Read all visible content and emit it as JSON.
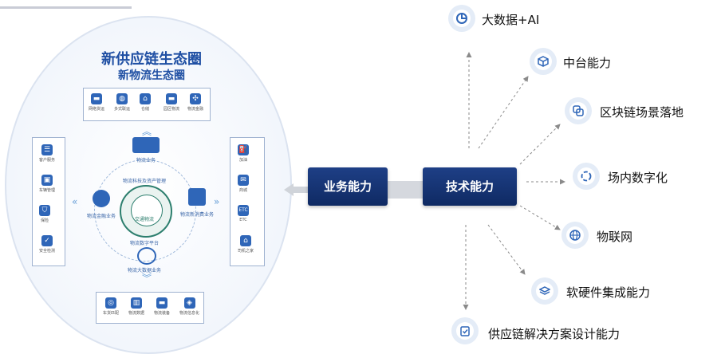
{
  "ecosystem": {
    "title": "新供应链生态圈",
    "subtitle": "新物流生态圈",
    "core_label": "交通物流",
    "ring_text_top": "物流科技及资产管理",
    "ring_text_bottom": "物流数字平台",
    "top_items": [
      "网络货运",
      "多式联运",
      "仓储",
      "园区物流",
      "物流金融"
    ],
    "left_items": [
      "客户服务",
      "车辆管理",
      "保险",
      "安全检测"
    ],
    "right_items": [
      "加油",
      "商城",
      "ETC",
      "司机之家"
    ],
    "bottom_items": [
      "车货匹配",
      "物流数据",
      "物流装备",
      "物流信息化"
    ],
    "satellites": {
      "top": "物流业务",
      "left": "物流金融业务",
      "right": "物流新消费业务",
      "bottom": "物流大数据业务"
    }
  },
  "business_capability": "业务能力",
  "tech_capability": "技术能力",
  "tech_items": [
    {
      "label": "大数据+AI",
      "icon": "pie-chart-icon"
    },
    {
      "label": "中台能力",
      "icon": "cube-icon"
    },
    {
      "label": "区块链场景落地",
      "icon": "link-icon"
    },
    {
      "label": "场内数字化",
      "icon": "cycle-icon"
    },
    {
      "label": "物联网",
      "icon": "globe-icon"
    },
    {
      "label": "软硬件集成能力",
      "icon": "layers-icon"
    },
    {
      "label": "供应链解决方案设计能力",
      "icon": "clipboard-icon"
    }
  ]
}
